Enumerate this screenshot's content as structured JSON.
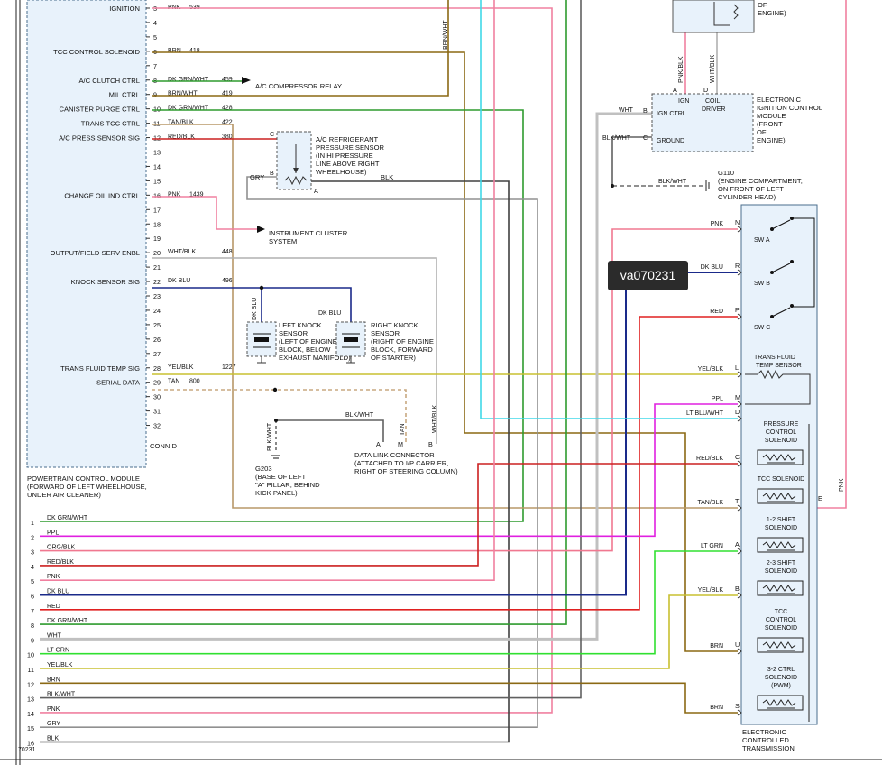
{
  "colors": {
    "PNK": "#f080a0",
    "BRN": "#8b6914",
    "DK GRN/WHT": "#2e9b2e",
    "BRN/WHT": "#8b6914",
    "TAN/BLK": "#b89868",
    "RED/BLK": "#cc2020",
    "WHT/BLK": "#b0b0b0",
    "DK BLU": "#1a2a8a",
    "YEL/BLK": "#c8c030",
    "TAN": "#c8a880",
    "PPL": "#e020e0",
    "ORG/BLK": "#f07890",
    "RED": "#e02020",
    "WHT": "#c0c0c0",
    "LT GRN": "#30e030",
    "BLK/WHT": "#606060",
    "GRY": "#909090",
    "BLK": "#404040",
    "LT BLU/WHT": "#40d8e8",
    "module": "#e8f2fb"
  },
  "pcm": {
    "title": "POWERTRAIN CONTROL MODULE",
    "location": [
      "(FORWARD OF LEFT WHEELHOUSE,",
      "UNDER AIR CLEANER)"
    ],
    "conn": "CONN D",
    "circuits": [
      {
        "cavity": "3",
        "func": "IGNITION",
        "color": "PNK",
        "num": "539"
      },
      {
        "cavity": "4"
      },
      {
        "cavity": "5"
      },
      {
        "cavity": "6",
        "func": "TCC CONTROL SOLENOID",
        "color": "BRN",
        "num": "418"
      },
      {
        "cavity": "7"
      },
      {
        "cavity": "8",
        "func": "A/C CLUTCH CTRL",
        "color": "DK GRN/WHT",
        "num": "459"
      },
      {
        "cavity": "9",
        "func": "MIL CTRL",
        "color": "BRN/WHT",
        "num": "419"
      },
      {
        "cavity": "10",
        "func": "CANISTER PURGE CTRL",
        "color": "DK GRN/WHT",
        "num": "428"
      },
      {
        "cavity": "11",
        "func": "TRANS TCC CTRL",
        "color": "TAN/BLK",
        "num": "422"
      },
      {
        "cavity": "12",
        "func": "A/C PRESS SENSOR SIG",
        "color": "RED/BLK",
        "num": "380"
      },
      {
        "cavity": "13"
      },
      {
        "cavity": "14"
      },
      {
        "cavity": "15"
      },
      {
        "cavity": "16",
        "func": "CHANGE OIL IND CTRL",
        "color": "PNK",
        "num": "1439"
      },
      {
        "cavity": "17"
      },
      {
        "cavity": "18"
      },
      {
        "cavity": "19"
      },
      {
        "cavity": "20",
        "func": "OUTPUT/FIELD SERV ENBL",
        "color": "WHT/BLK",
        "num": "448"
      },
      {
        "cavity": "21"
      },
      {
        "cavity": "22",
        "func": "KNOCK SENSOR SIG",
        "color": "DK BLU",
        "num": "496"
      },
      {
        "cavity": "23"
      },
      {
        "cavity": "24"
      },
      {
        "cavity": "25"
      },
      {
        "cavity": "26"
      },
      {
        "cavity": "27"
      },
      {
        "cavity": "28",
        "func": "TRANS FLUID TEMP SIG",
        "color": "YEL/BLK",
        "num": "1227"
      },
      {
        "cavity": "29",
        "func": "SERIAL DATA",
        "color": "TAN",
        "num": "800"
      },
      {
        "cavity": "30"
      },
      {
        "cavity": "31"
      },
      {
        "cavity": "32"
      }
    ]
  },
  "ac_compressor_relay": "A/C COMPRESSOR RELAY",
  "ac_sensor": {
    "label": [
      "A/C REFRIGERANT",
      "PRESSURE SENSOR",
      "(IN HI PRESSURE",
      "LINE ABOVE RIGHT",
      "WHEELHOUSE)"
    ],
    "pins": [
      "C",
      "B",
      "A"
    ],
    "gry": "GRY",
    "blk": "BLK"
  },
  "instrument_cluster": [
    "INSTRUMENT CLUSTER",
    "SYSTEM"
  ],
  "left_knock": {
    "label": [
      "LEFT KNOCK",
      "SENSOR",
      "(LEFT OF ENGINE",
      "BLOCK, BELOW",
      "EXHAUST MANIFOLD)"
    ],
    "wire": "DK BLU"
  },
  "right_knock": {
    "label": [
      "RIGHT KNOCK",
      "SENSOR",
      "(RIGHT OF ENGINE",
      "BLOCK, FORWARD",
      "OF STARTER)"
    ],
    "wire": "DK BLU"
  },
  "ground_g203": {
    "label": [
      "G203",
      "(BASE OF LEFT",
      "\"A\" PILLAR, BEHIND",
      "KICK PANEL)"
    ],
    "wire": "BLK/WHT"
  },
  "dlc": {
    "label": [
      "DATA LINK CONNECTOR",
      "(ATTACHED TO I/P CARRIER,",
      "RIGHT OF STEERING COLUMN)"
    ],
    "pins": [
      "A",
      "M",
      "B"
    ],
    "wire_blk": "BLK/WHT",
    "wire_tan": "TAN",
    "wire_whtblk": "WHT/BLK",
    "top_wire": "BRN/WHT"
  },
  "ignition_module": {
    "label": [
      "ELECTRONIC",
      "IGNITION CONTROL",
      "MODULE",
      "(FRONT",
      "OF",
      "ENGINE)"
    ],
    "ign": "IGN",
    "coil": [
      "COIL",
      "DRIVER"
    ],
    "ign_ctrl": "IGN CTRL",
    "ground": "GROUND",
    "pins": [
      "A",
      "D",
      "B",
      "C"
    ],
    "wires": [
      "PNK/BLK",
      "WHT/BLK",
      "WHT",
      "BLK/WHT"
    ],
    "top_label": [
      "OF",
      "ENGINE)"
    ]
  },
  "ground_g110": {
    "wire": "BLK/WHT",
    "label": [
      "G110",
      "(ENGINE COMPARTMENT,",
      "ON FRONT OF LEFT",
      "CYLINDER HEAD)"
    ]
  },
  "transmission": {
    "label": [
      "ELECTRONIC",
      "CONTROLLED",
      "TRANSMISSION"
    ],
    "items": [
      {
        "pin": "N",
        "wire": "PNK"
      },
      {
        "pin": "R",
        "wire": "DK BLU"
      },
      {
        "pin": "P",
        "wire": "RED"
      },
      {
        "pin": "L",
        "wire": "YEL/BLK"
      },
      {
        "pin": "M",
        "wire": "PPL"
      },
      {
        "pin": "D",
        "wire": "LT BLU/WHT"
      },
      {
        "pin": "C",
        "wire": "RED/BLK"
      },
      {
        "pin": "T",
        "wire": "TAN/BLK"
      },
      {
        "pin": "A",
        "wire": "LT GRN"
      },
      {
        "pin": "B",
        "wire": "YEL/BLK"
      },
      {
        "pin": "U",
        "wire": "BRN"
      },
      {
        "pin": "S",
        "wire": "BRN"
      }
    ],
    "switches": [
      "SW A",
      "SW B",
      "SW C"
    ],
    "tft": [
      "TRANS FLUID",
      "TEMP SENSOR"
    ],
    "solenoids": [
      [
        "PRESSURE",
        "CONTROL",
        "SOLENOID"
      ],
      [
        "TCC SOLENOID"
      ],
      [
        "1-2 SHIFT",
        "SOLENOID"
      ],
      [
        "2-3 SHIFT",
        "SOLENOID"
      ],
      [
        "TCC",
        "CONTROL",
        "SOLENOID"
      ],
      [
        "3-2 CTRL",
        "SOLENOID",
        "(PWM)"
      ]
    ],
    "pin_e": "E",
    "pnk_right": "PNK"
  },
  "bottom_connector": [
    {
      "num": "1",
      "color": "DK GRN/WHT"
    },
    {
      "num": "2",
      "color": "PPL"
    },
    {
      "num": "3",
      "color": "ORG/BLK"
    },
    {
      "num": "4",
      "color": "RED/BLK"
    },
    {
      "num": "5",
      "color": "PNK"
    },
    {
      "num": "6",
      "color": "DK BLU"
    },
    {
      "num": "7",
      "color": "RED"
    },
    {
      "num": "8",
      "color": "DK GRN/WHT"
    },
    {
      "num": "9",
      "color": "WHT"
    },
    {
      "num": "10",
      "color": "LT GRN"
    },
    {
      "num": "11",
      "color": "YEL/BLK"
    },
    {
      "num": "12",
      "color": "BRN"
    },
    {
      "num": "13",
      "color": "BLK/WHT"
    },
    {
      "num": "14",
      "color": "PNK"
    },
    {
      "num": "15",
      "color": "GRY"
    },
    {
      "num": "16",
      "color": "BLK"
    }
  ],
  "figure_id": "70231",
  "watermark": "va070231"
}
